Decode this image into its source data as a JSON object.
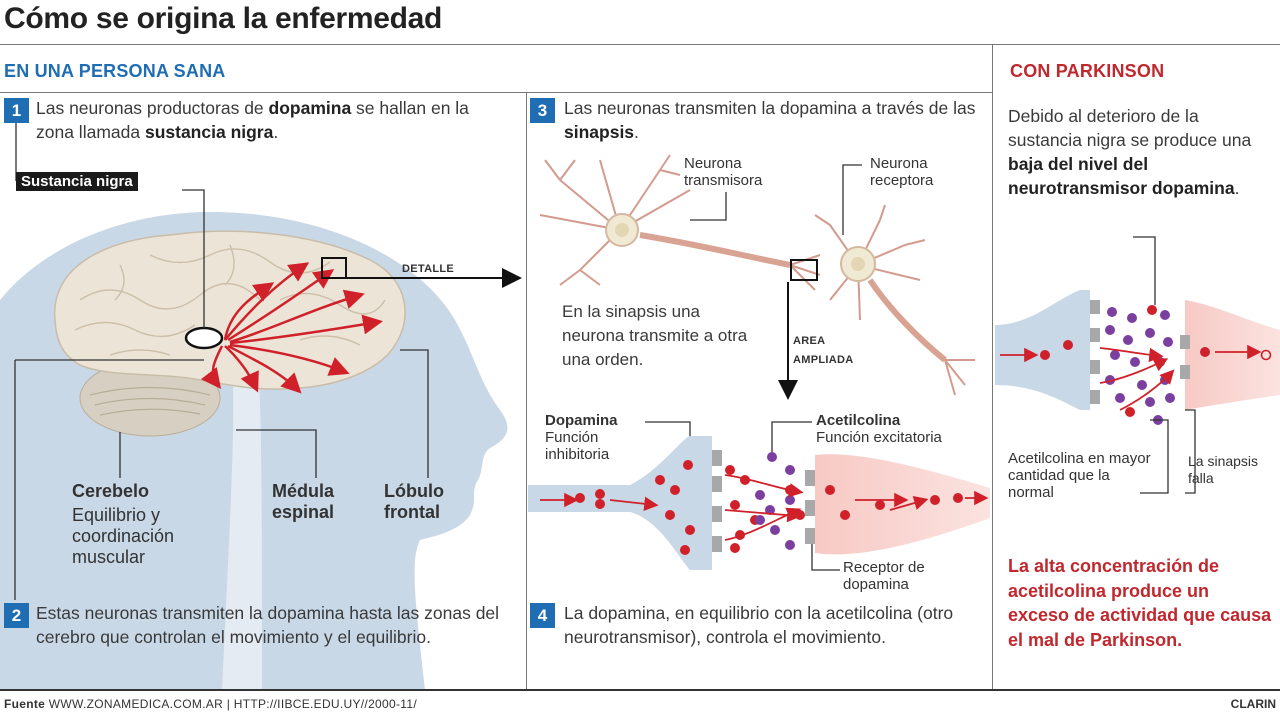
{
  "title": "Cómo se origina la enfermedad",
  "colors": {
    "accent_blue": "#1f6db3",
    "accent_red": "#c0282e",
    "dopamine_red": "#d0202a",
    "acetylcholine_purple": "#7b3fa0",
    "head_blue": "#c9d8e6"
  },
  "left": {
    "heading": "EN UNA PERSONA SANA",
    "step1": {
      "num": "1",
      "pre": "Las neuronas productoras de ",
      "b1": "dopamina",
      "mid": " se hallan en la zona llamada ",
      "b2": "sustancia nigra",
      "post": "."
    },
    "tag_sustancia": "Sustancia nigra",
    "detalle": "DETALLE",
    "cerebelo_title": "Cerebelo",
    "cerebelo_desc": "Equilibrio y coordinación muscular",
    "medula": "Médula espinal",
    "lobulo": "Lóbulo frontal",
    "step2": {
      "num": "2",
      "text": "Estas neuronas transmiten la dopamina hasta las zonas del cerebro que controlan el movimiento y el equilibrio."
    }
  },
  "middle": {
    "step3": {
      "num": "3",
      "pre": "Las neuronas transmiten la dopamina a través de las ",
      "b1": "sinapsis",
      "post": "."
    },
    "neurona_transmisora": "Neurona transmisora",
    "neurona_receptora": "Neurona receptora",
    "sinapsis_text": "En la sinapsis una neurona transmite a otra una orden.",
    "area_ampliada": "AREA AMPLIADA",
    "dopamina_label": "Dopamina",
    "dopamina_func": "Función inhibitoria",
    "acetil_label": "Acetilcolina",
    "acetil_func": "Función excitatoria",
    "receptor": "Receptor de dopamina",
    "step4": {
      "num": "4",
      "text": "La dopamina, en equilibrio con la acetilcolina (otro neurotransmisor), controla el movimiento."
    }
  },
  "right": {
    "heading": "CON PARKINSON",
    "intro_pre": "Debido al deterioro de la sustancia nigra se produce una ",
    "intro_bold": "baja del nivel del neurotransmisor dopamina",
    "intro_post": ".",
    "acetil_mayor": "Acetilcolina en mayor cantidad que la normal",
    "sinapsis_falla": "La sinapsis falla",
    "conclusion": "La alta concentración de acetilcolina produce un exceso de actividad que causa el mal de Parkinson."
  },
  "footer": {
    "label": "Fuente",
    "sources": "WWW.ZONAMEDICA.COM.AR | HTTP://IIBCE.EDU.UY//2000-11/",
    "credit": "CLARIN"
  }
}
